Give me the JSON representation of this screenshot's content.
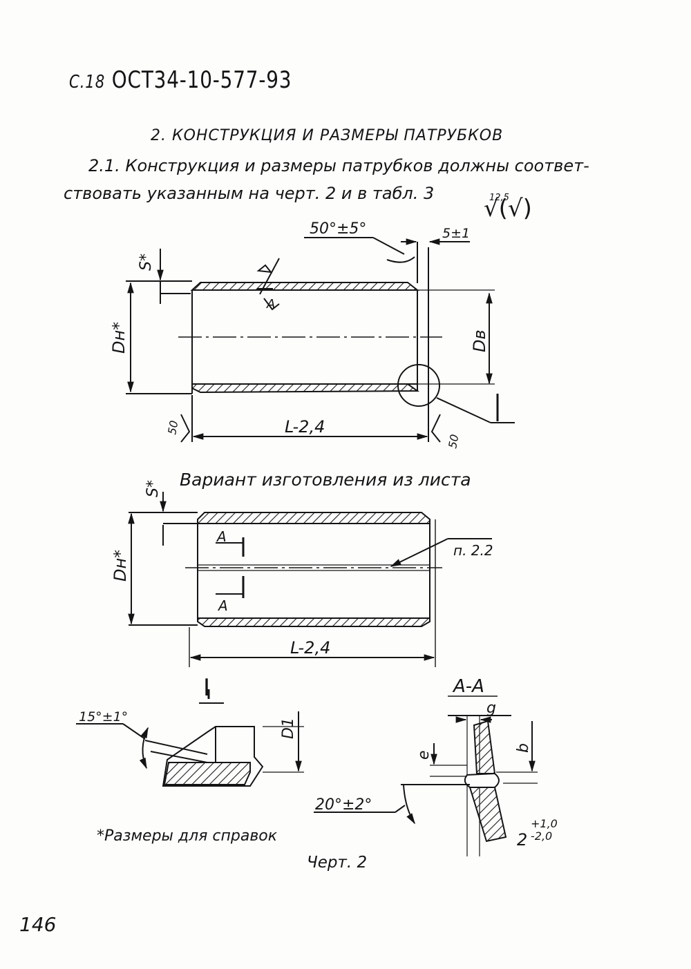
{
  "header": {
    "page_label": "С.18",
    "standard": "ОСТ34-10-577-93"
  },
  "section_title": "2. КОНСТРУКЦИЯ И РАЗМЕРЫ ПАТРУБКОВ",
  "paragraph": {
    "line1": "2.1. Конструкция и размеры патрубков должны соответ-",
    "line2": "ствовать указанным на черт. 2 и в табл. 3"
  },
  "roughness": {
    "value": "12,5",
    "symbol": "√(√)"
  },
  "drawing1": {
    "wall_label": "S*",
    "outer_diam_label": "Dн*",
    "inner_diam_label": "Dв",
    "length_label": "L-2,4",
    "angle_label": "50°±5°",
    "chamfer_label": "5±1",
    "left_end_label": "50",
    "right_end_label": "50",
    "detail_ref": "I",
    "weld_label": "A"
  },
  "variant_title": "Вариант изготовления из листа",
  "drawing2": {
    "wall_label": "S*",
    "outer_diam_label": "Dн*",
    "length_label": "L-2,4",
    "section_mark_top": "A",
    "section_mark_bottom": "A",
    "seam_ref": "п. 2.2"
  },
  "detail_I": {
    "title": "I",
    "angle_label": "15°±1°",
    "diam_label": "D1"
  },
  "section_AA": {
    "title": "A-A",
    "g_label": "g",
    "e_label": "e",
    "b_label": "b",
    "angle_label": "20°±2°",
    "gap_value": "2",
    "gap_tol_upper": "+1,0",
    "gap_tol_lower": "-2,0"
  },
  "footnote": "*Размеры для справок",
  "figure_caption": "Черт. 2",
  "page_number": "146"
}
